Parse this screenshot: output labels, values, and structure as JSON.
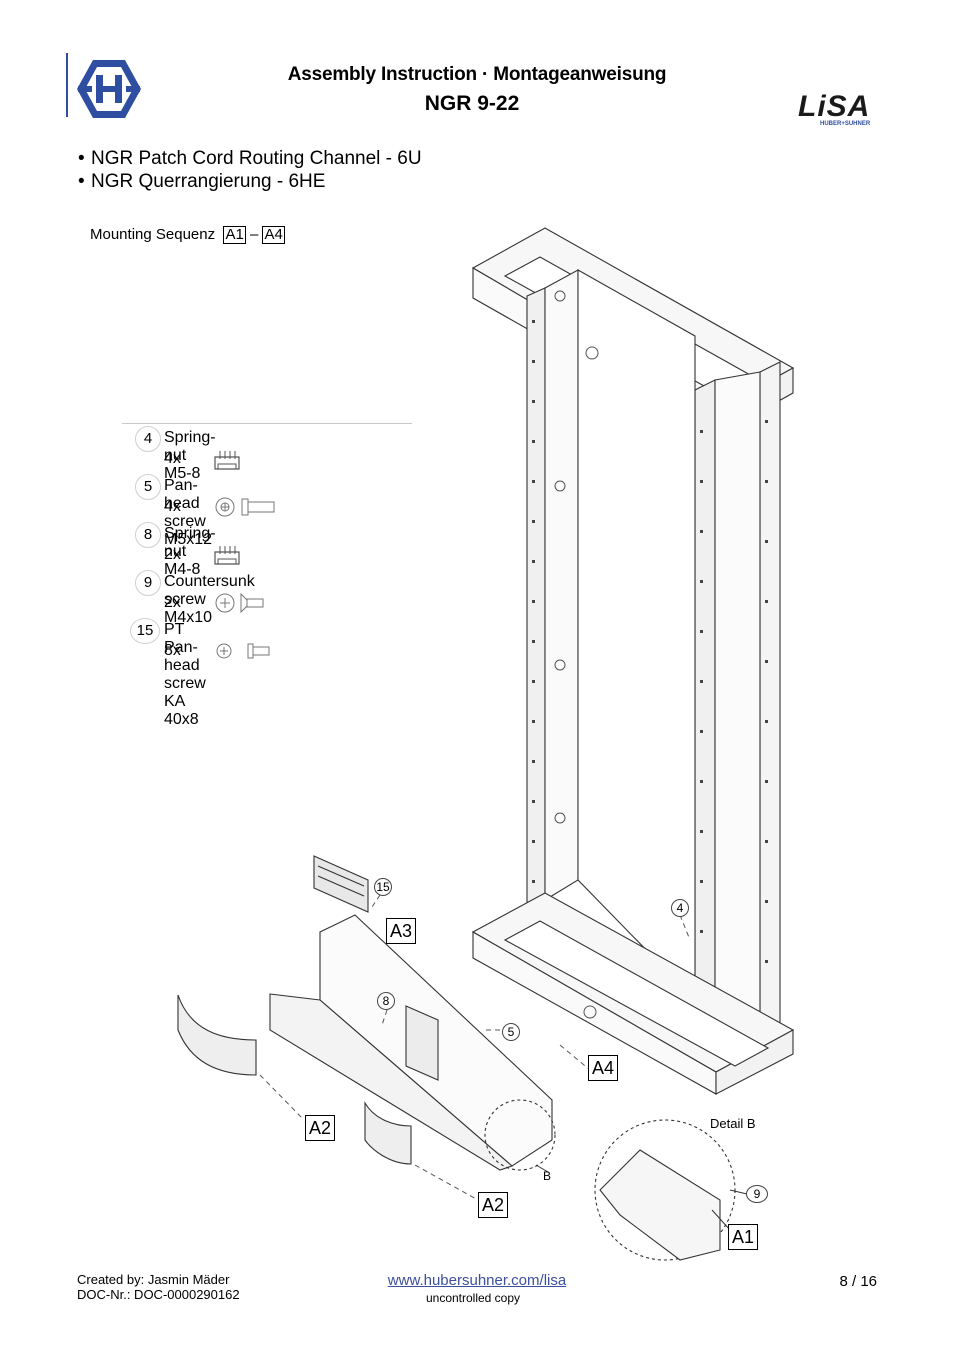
{
  "header": {
    "title_line1": "Assembly Instruction  ·  Montageanweisung",
    "title_line2": "NGR 9-22",
    "lisa_logo_text": "LiSA",
    "lisa_logo_sub": "HUBER+SUHNER"
  },
  "bullets": [
    "NGR Patch Cord Routing Channel - 6U",
    "NGR Querrangierung - 6HE"
  ],
  "mounting": {
    "label": "Mounting Sequenz",
    "from": "A1",
    "dash": "–",
    "to": "A4"
  },
  "parts": [
    {
      "number": "4",
      "name": "Spring-nut M5-8",
      "qty": "4x",
      "icon": "spring-nut-icon"
    },
    {
      "number": "5",
      "name": "Pan-head screw M5x12",
      "qty": "4x",
      "icon": "pan-head-screw-icon"
    },
    {
      "number": "8",
      "name": "Spring-nut M4-8",
      "qty": "2x",
      "icon": "spring-nut-icon"
    },
    {
      "number": "9",
      "name": "Countersunk screw M4x10",
      "qty": "2x",
      "icon": "countersunk-screw-icon"
    },
    {
      "number": "15",
      "name": "PT Pan-head screw KA 40x8",
      "qty": "8x",
      "icon": "pt-screw-icon"
    }
  ],
  "drawing": {
    "labels": [
      "A1",
      "A2",
      "A2",
      "A3",
      "A4"
    ],
    "callouts": [
      "4",
      "5",
      "8",
      "9",
      "15"
    ],
    "detail_letter": "B",
    "detail_title": "Detail B"
  },
  "footer": {
    "created_by": "Created by: Jasmin Mäder",
    "doc_nr": "DOC-Nr.: DOC-0000290162",
    "website": "www.hubersuhner.com/lisa",
    "uncontrolled": "uncontrolled copy",
    "page": "8 / 16"
  },
  "colors": {
    "brand_blue": "#2f4ea1",
    "link_blue": "#3c4fa0"
  }
}
